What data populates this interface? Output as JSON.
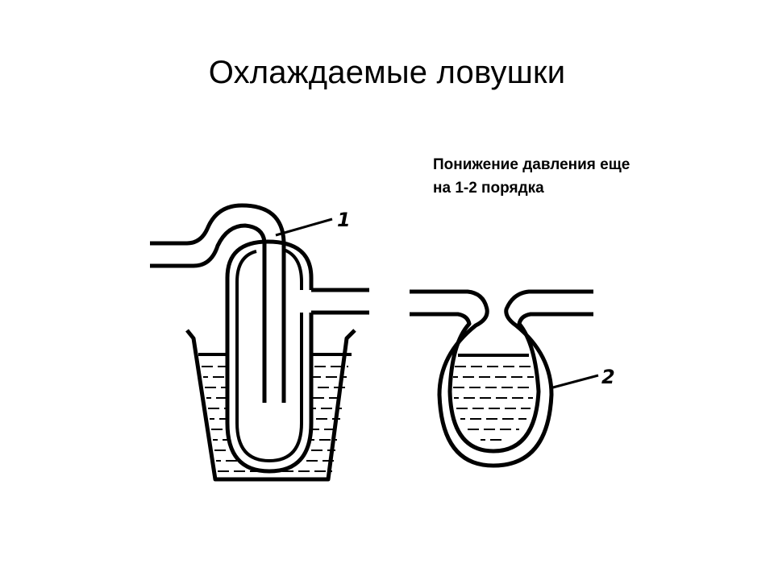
{
  "slide": {
    "title": "Охлаждаемые ловушки",
    "note_lines": [
      "Понижение давления еще",
      "на 1-2 порядка"
    ]
  },
  "diagram": {
    "labels": {
      "trap1": "1",
      "trap2": "2"
    },
    "colors": {
      "ink": "#000000",
      "background": "#ffffff"
    }
  }
}
